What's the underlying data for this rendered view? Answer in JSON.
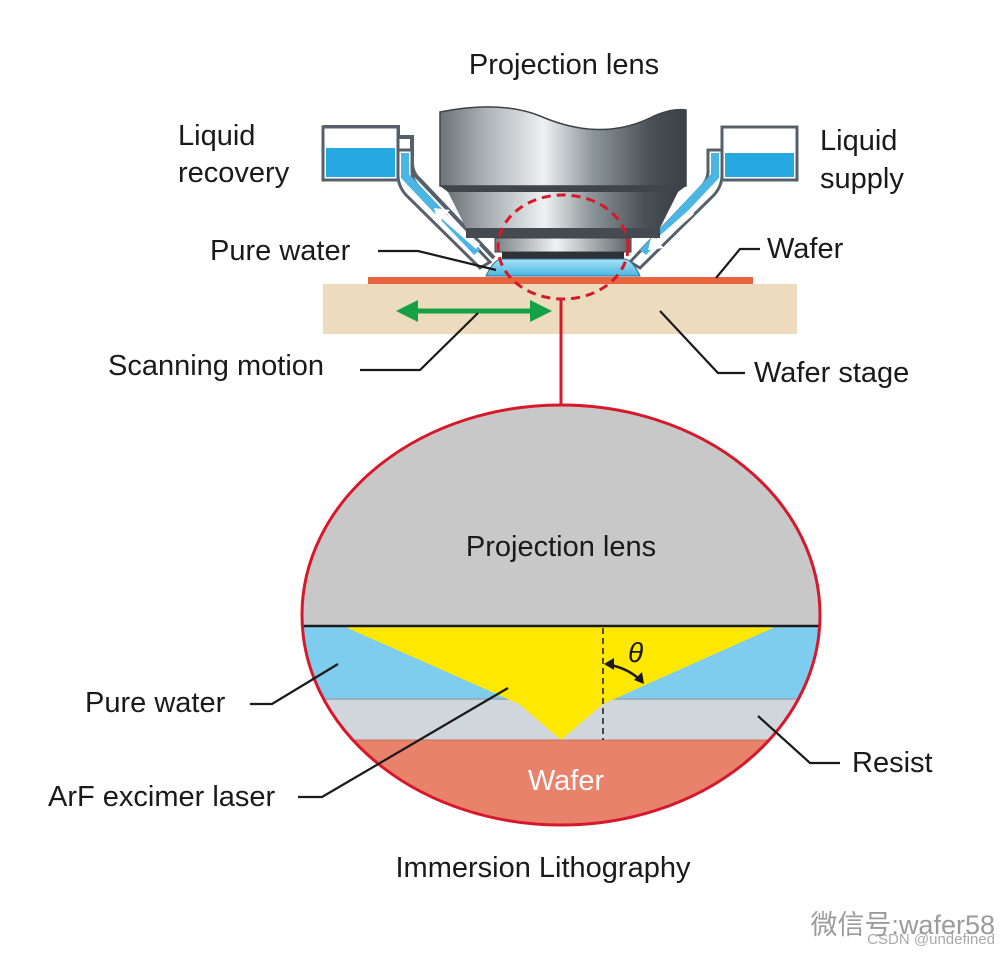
{
  "top": {
    "projection_lens": "Projection lens",
    "liquid_recovery_line1": "Liquid",
    "liquid_recovery_line2": "recovery",
    "liquid_supply_line1": "Liquid",
    "liquid_supply_line2": "supply",
    "pure_water": "Pure water",
    "wafer": "Wafer",
    "scanning_motion": "Scanning motion",
    "wafer_stage": "Wafer stage"
  },
  "detail": {
    "projection_lens": "Projection lens",
    "theta": "θ",
    "pure_water": "Pure water",
    "resist": "Resist",
    "arf_laser": "ArF excimer laser",
    "wafer": "Wafer"
  },
  "caption": "Immersion Lithography",
  "watermark": {
    "main": "微信号:wafer58",
    "sub": "CSDN @undefined"
  },
  "colors": {
    "water": "#7fcdee",
    "laser": "#ffe800",
    "wafer": "#e8826b",
    "resist": "#cfd6dc",
    "lens_gray": "#c8c8c8",
    "stage": "#ecdcbd",
    "accent_red": "#d7182a",
    "arrow_green": "#16a046"
  }
}
